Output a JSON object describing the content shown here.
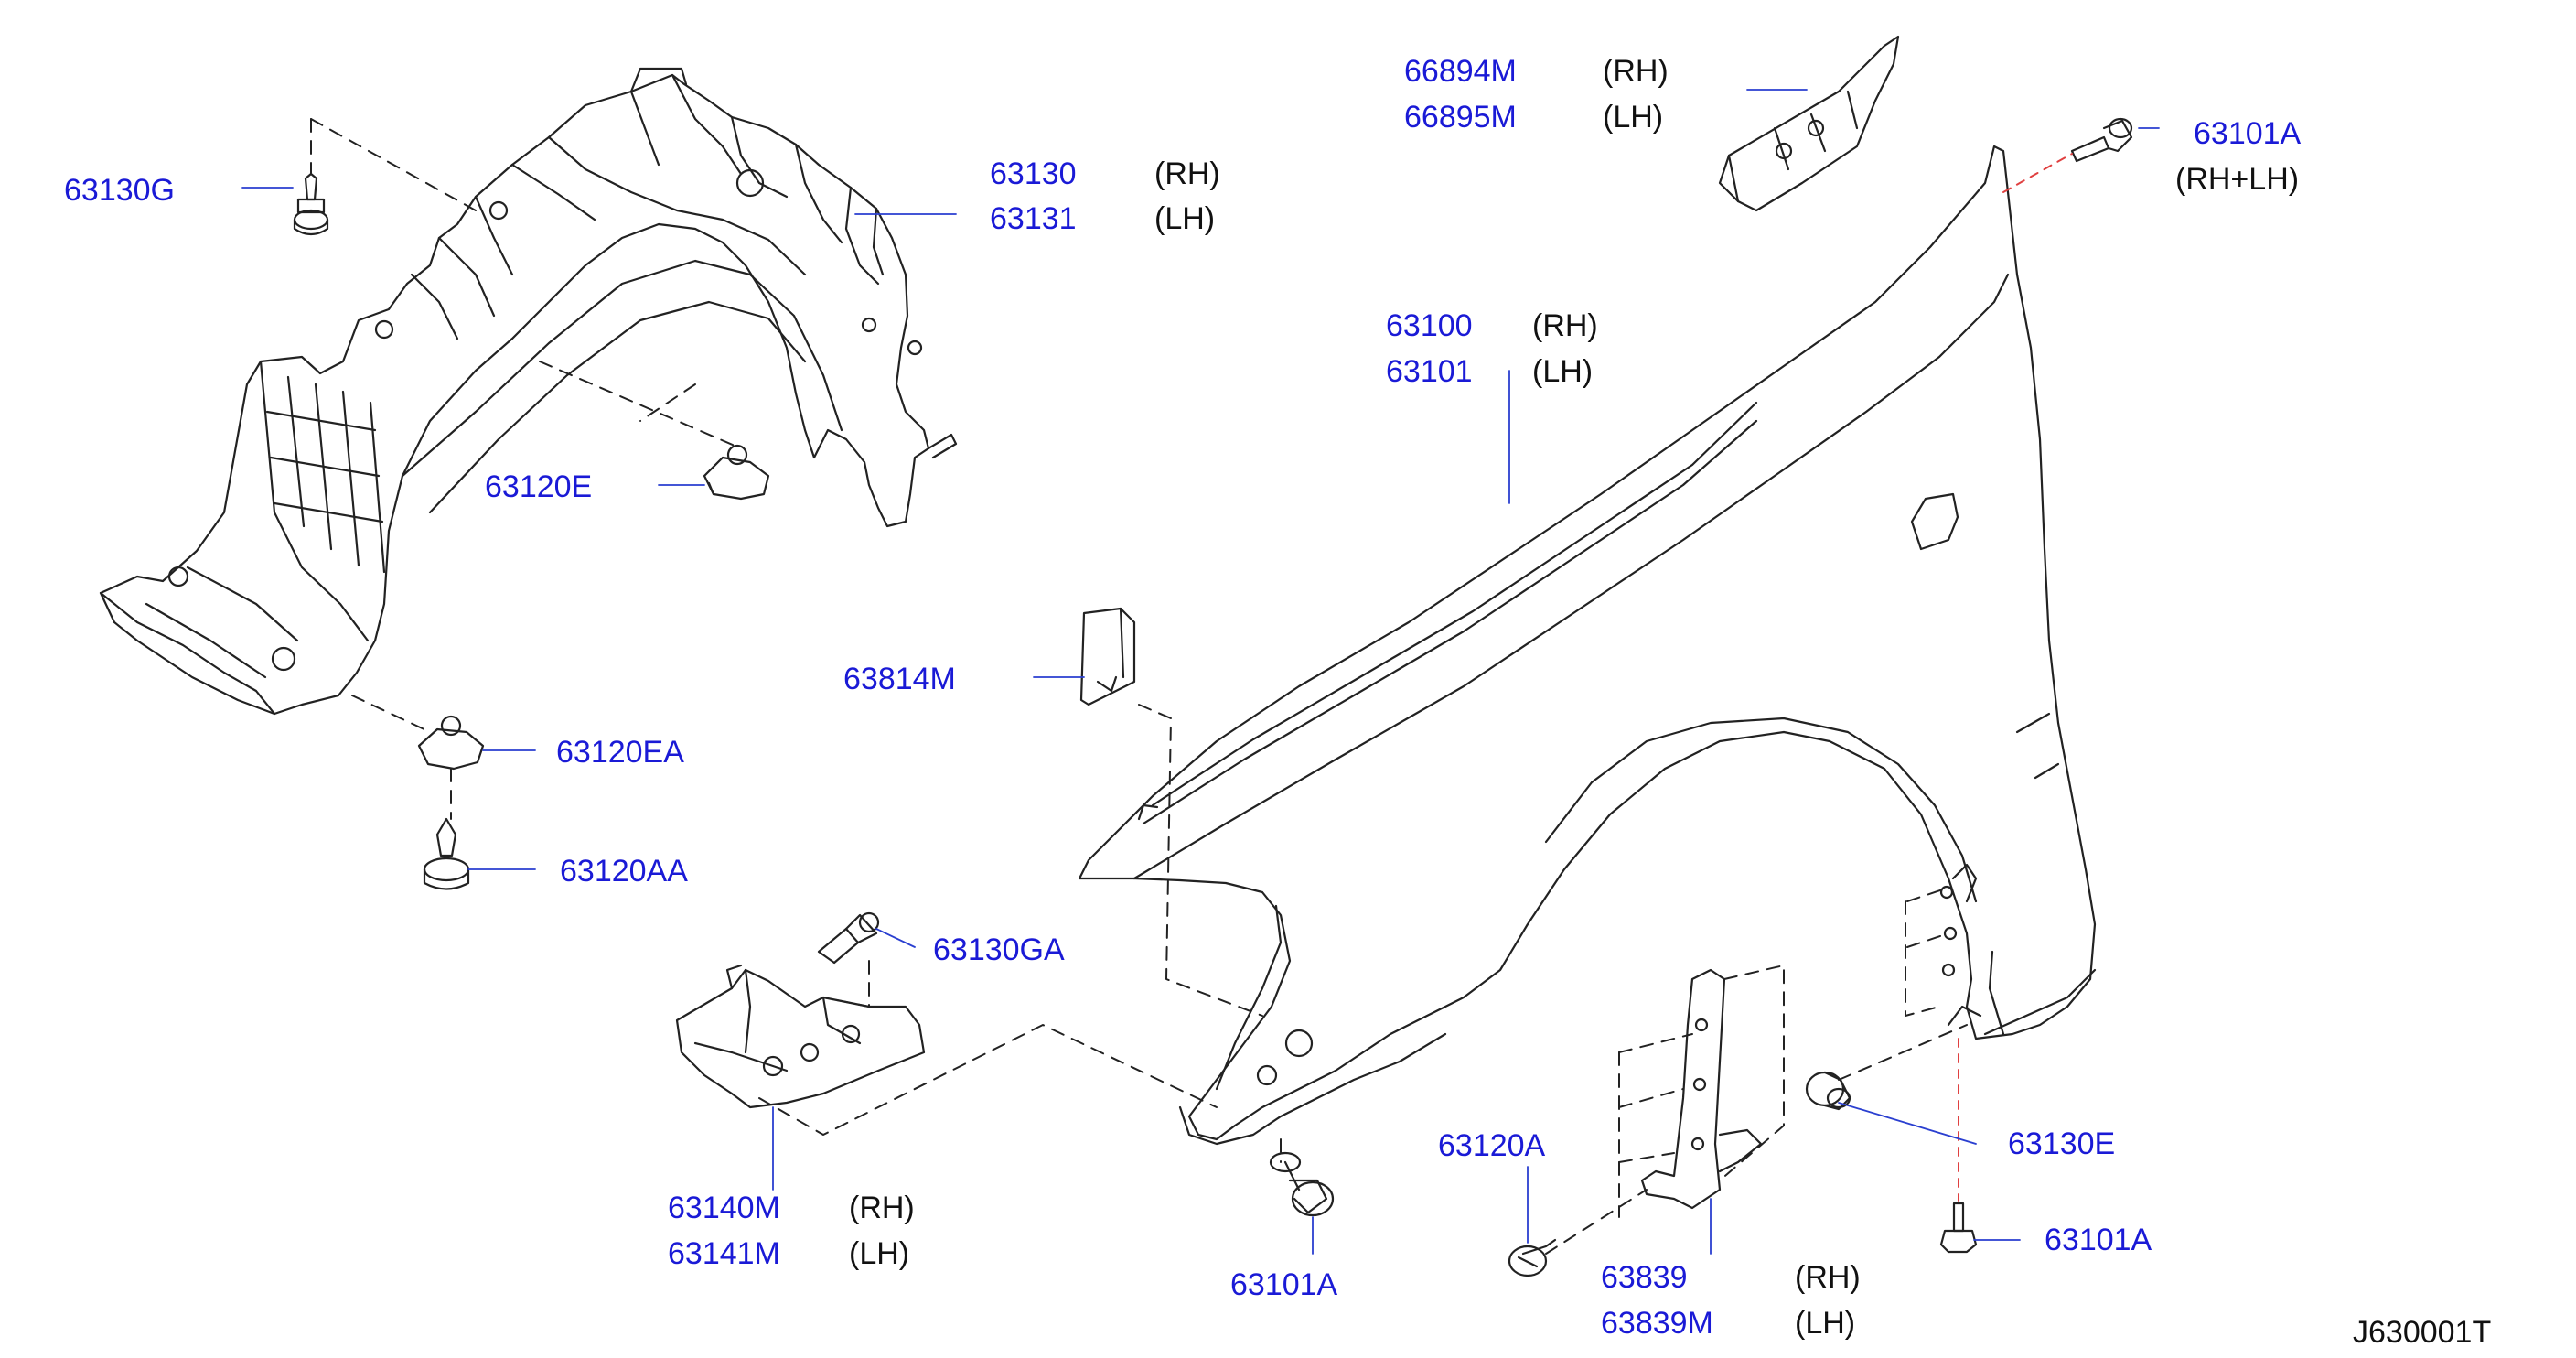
{
  "colors": {
    "part_number": "#1a1ad6",
    "text": "#111111",
    "line": "#222222",
    "leader": "#2a3fd0",
    "callout_dashed_red": "#e04040"
  },
  "parts": [
    {
      "number": "66894M",
      "side": "(RH)"
    },
    {
      "number": "66895M",
      "side": "(LH)"
    },
    {
      "number": "63101A",
      "side": "(RH+LH)"
    },
    {
      "number": "63130G"
    },
    {
      "number": "63130",
      "side": "(RH)"
    },
    {
      "number": "63131",
      "side": "(LH)"
    },
    {
      "number": "63100",
      "side": "(RH)"
    },
    {
      "number": "63101",
      "side": "(LH)"
    },
    {
      "number": "63120E"
    },
    {
      "number": "63814M"
    },
    {
      "number": "63120EA"
    },
    {
      "number": "63120AA"
    },
    {
      "number": "63130GA"
    },
    {
      "number": "63140M",
      "side": "(RH)"
    },
    {
      "number": "63141M",
      "side": "(LH)"
    },
    {
      "number": "63101A"
    },
    {
      "number": "63120A"
    },
    {
      "number": "63839",
      "side": "(RH)"
    },
    {
      "number": "63839M",
      "side": "(LH)"
    },
    {
      "number": "63130E"
    },
    {
      "number": "63101A"
    }
  ],
  "diagram_code": "J630001T"
}
